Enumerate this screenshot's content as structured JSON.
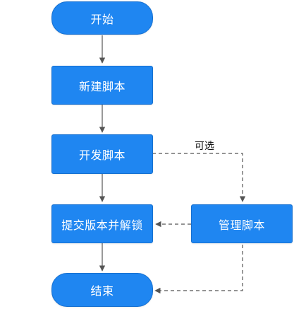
{
  "diagram": {
    "nodes": {
      "start": "开始",
      "new_script": "新建脚本",
      "develop_script": "开发脚本",
      "submit_unlock": "提交版本并解锁",
      "manage_script": "管理脚本",
      "end": "结束"
    },
    "edges": [
      {
        "from": "start",
        "to": "new_script",
        "style": "solid",
        "label": ""
      },
      {
        "from": "new_script",
        "to": "develop_script",
        "style": "solid",
        "label": ""
      },
      {
        "from": "develop_script",
        "to": "submit_unlock",
        "style": "solid",
        "label": ""
      },
      {
        "from": "submit_unlock",
        "to": "end",
        "style": "solid",
        "label": ""
      },
      {
        "from": "develop_script",
        "to": "manage_script",
        "style": "dashed",
        "label": "可选"
      },
      {
        "from": "manage_script",
        "to": "submit_unlock",
        "style": "dashed",
        "label": ""
      },
      {
        "from": "manage_script",
        "to": "end",
        "style": "dashed",
        "label": ""
      }
    ],
    "colors": {
      "node_fill": "#1f86f1",
      "node_border": "#1670d0",
      "node_text": "#ffffff",
      "edge": "#555555"
    }
  }
}
